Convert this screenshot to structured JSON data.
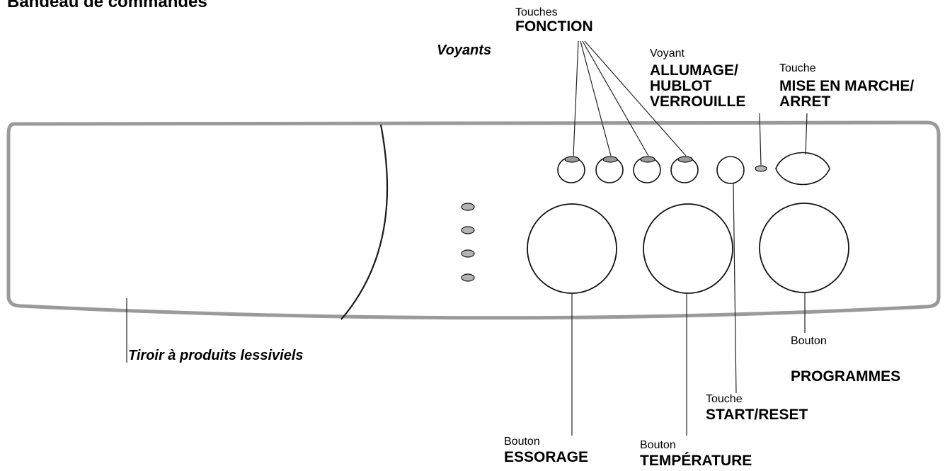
{
  "title": "Bandeau de commandes",
  "colors": {
    "panel_stroke": "#9a9a9a",
    "led_fill": "#b4b4b4",
    "ink": "#000000"
  },
  "labels": {
    "touches_fonction": {
      "line1": "Touches",
      "line2": "FONCTION"
    },
    "voyants": {
      "text": "Voyants"
    },
    "voyant_allumage": {
      "line1": "Voyant",
      "line2": "ALLUMAGE/",
      "line3": "HUBLOT",
      "line4": "VERROUILLE"
    },
    "touche_marche": {
      "line1": "Touche",
      "line2": "MISE EN MARCHE/",
      "line3": "ARRET"
    },
    "tiroir": {
      "text": "Tiroir à produits lessiviels"
    },
    "bouton_programmes": {
      "line1": "Bouton",
      "line2": "PROGRAMMES"
    },
    "touche_start": {
      "line1": "Touche",
      "line2": "START/RESET"
    },
    "bouton_essorage": {
      "line1": "Bouton",
      "line2": "ESSORAGE"
    },
    "bouton_temperature": {
      "line1": "Bouton",
      "line2": "TEMPÉRATURE"
    }
  }
}
